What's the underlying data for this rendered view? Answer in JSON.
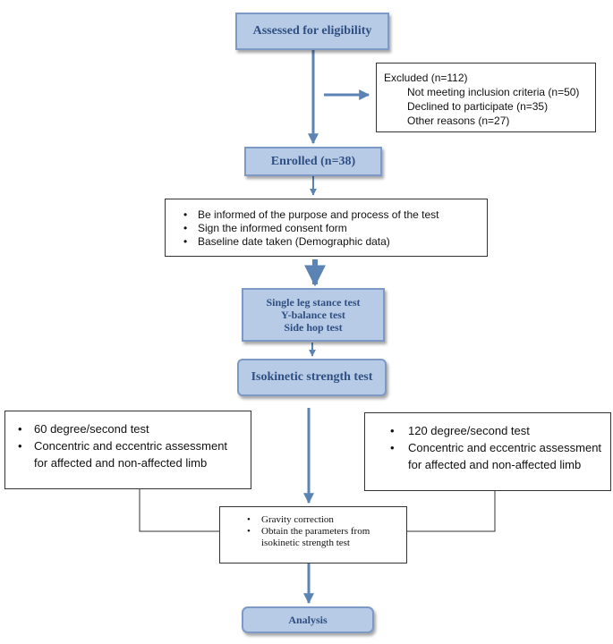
{
  "boxes": {
    "assessed": "Assessed for eligibility",
    "excluded": {
      "title": "Excluded (n=112)",
      "items": [
        "Not meeting inclusion criteria (n=50)",
        "Declined to participate (n=35)",
        "Other reasons (n=27)"
      ]
    },
    "enrolled": "Enrolled (n=38)",
    "consent": {
      "items": [
        "Be informed of the purpose and process of the test",
        "Sign the informed consent form",
        "Baseline date taken (Demographic data)"
      ]
    },
    "balance_tests": [
      "Single leg stance test",
      "Y-balance test",
      "Side hop test"
    ],
    "isokinetic": "Isokinetic strength test",
    "speed60": {
      "items": [
        "60 degree/second test",
        "Concentric and eccentric assessment",
        "for affected and non-affected limb"
      ]
    },
    "speed120": {
      "items": [
        "120 degree/second test",
        "Concentric and eccentric assessment",
        "for affected and non-affected limb"
      ]
    },
    "gravity": {
      "items": [
        "Gravity correction",
        "Obtain the parameters from",
        "isokinetic strength test"
      ]
    },
    "analysis": "Analysis"
  },
  "colors": {
    "box_fill": "#b7cbe6",
    "box_border": "#7d9ac6",
    "box_text": "#2f4f82",
    "arrow": "#5b84b5",
    "connector": "#333333"
  }
}
